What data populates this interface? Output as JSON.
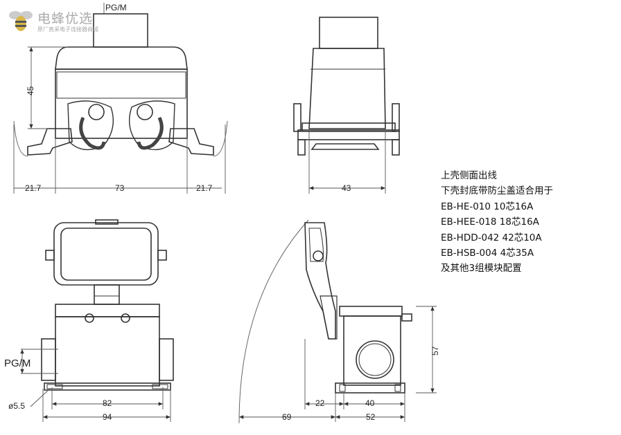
{
  "logo": {
    "name": "电蜂优选",
    "tagline": "原厂直采电子连接器商城",
    "icon": "bee-logo-icon"
  },
  "notes": [
    "上壳侧面出线",
    "下壳封底带防尘盖适合用于",
    "EB-HE-010 10芯16A",
    "EB-HEE-018 18芯16A",
    "EB-HDD-042 42芯10A",
    "EB-HSB-004 4芯35A",
    "及其他3组模块配置"
  ],
  "dimensions": {
    "front_top": {
      "thread": "PG/M",
      "height": "45",
      "left_span": "21.7",
      "center_span": "73",
      "right_span": "21.7"
    },
    "side_top": {
      "width": "43"
    },
    "front_bottom": {
      "thread": "PG/M",
      "hole": "ø5.5",
      "inner_width": "82",
      "outer_width": "94"
    },
    "side_bottom": {
      "lid_reach": "69",
      "offset": "22",
      "base_inner": "40",
      "base_outer": "52",
      "height": "57"
    }
  },
  "colors": {
    "line": "#333333",
    "dim_line": "#555555",
    "logo": "#aaaaaa"
  }
}
